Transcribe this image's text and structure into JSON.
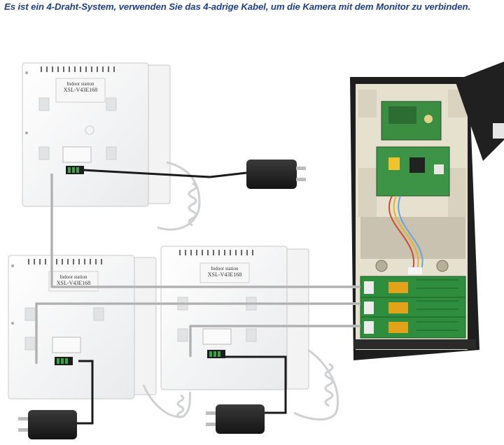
{
  "caption": "Es ist ein 4-Draht-System, verwenden Sie das 4-adrige Kabel, um die Kamera mit dem Monitor zu verbinden.",
  "monitors": [
    {
      "label": "Indoor station",
      "model": "XSL-V43E168"
    },
    {
      "label": "Indoor station",
      "model": "XSL-V43E168"
    },
    {
      "label": "Indoor station",
      "model": "XSL-V43E168"
    }
  ],
  "colors": {
    "caption": "#1f3f86",
    "cable": "#c7c7c7",
    "power_cable": "#1a1a1a",
    "pcb": "#2e8b3e",
    "relay": "#e2a21a",
    "housing": "#2a2a2a"
  }
}
